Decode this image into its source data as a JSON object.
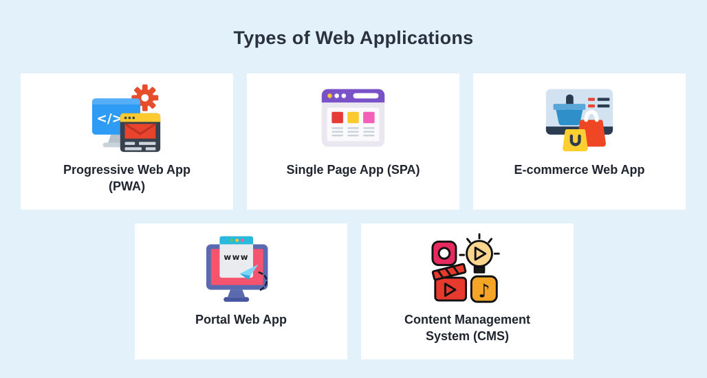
{
  "page": {
    "title": "Types of Web Applications",
    "background_color": "#e3f1fb",
    "card_color": "#ffffff",
    "title_color": "#2a3140",
    "label_color": "#20242e"
  },
  "cards": [
    {
      "label": "Progressive Web App (PWA)",
      "icon": "pwa-code-monitor-gear-icon",
      "icon_colors": {
        "monitor": "#2e9cf4",
        "gear": "#e74c2b",
        "browser_body": "#38424e",
        "browser_header": "#fcc92f",
        "content_block": "#e8432c"
      }
    },
    {
      "label": "Single Page App (SPA)",
      "icon": "spa-browser-window-icon",
      "icon_colors": {
        "header": "#7a52c7",
        "frame": "#ebe7f0",
        "square_red": "#e63a35",
        "square_yellow": "#fcc92f",
        "square_pink": "#f45fb8"
      }
    },
    {
      "label": "E-commerce Web App",
      "icon": "ecommerce-monitor-basket-bags-icon",
      "icon_colors": {
        "screen": "#d2e2f0",
        "frame": "#2c3c50",
        "basket": "#2f8fc9",
        "bag_red": "#ef4623",
        "bag_yellow": "#fdcf2f",
        "dash_red": "#e8432c"
      }
    },
    {
      "label": "Portal Web App",
      "icon": "portal-monitor-www-icon",
      "icon_text": "www",
      "icon_colors": {
        "monitor": "#5b6aae",
        "screen": "#f5536e",
        "browser_header": "#2ab8dc",
        "plane": "#6ed0f2"
      }
    },
    {
      "label": "Content Management System (CMS)",
      "icon": "cms-media-collage-icon",
      "icon_colors": {
        "photo_square": "#e6295f",
        "bulb": "#fbd48e",
        "clapperboard": "#e8392e",
        "music_square": "#f4a427",
        "outline": "#101010"
      }
    }
  ]
}
